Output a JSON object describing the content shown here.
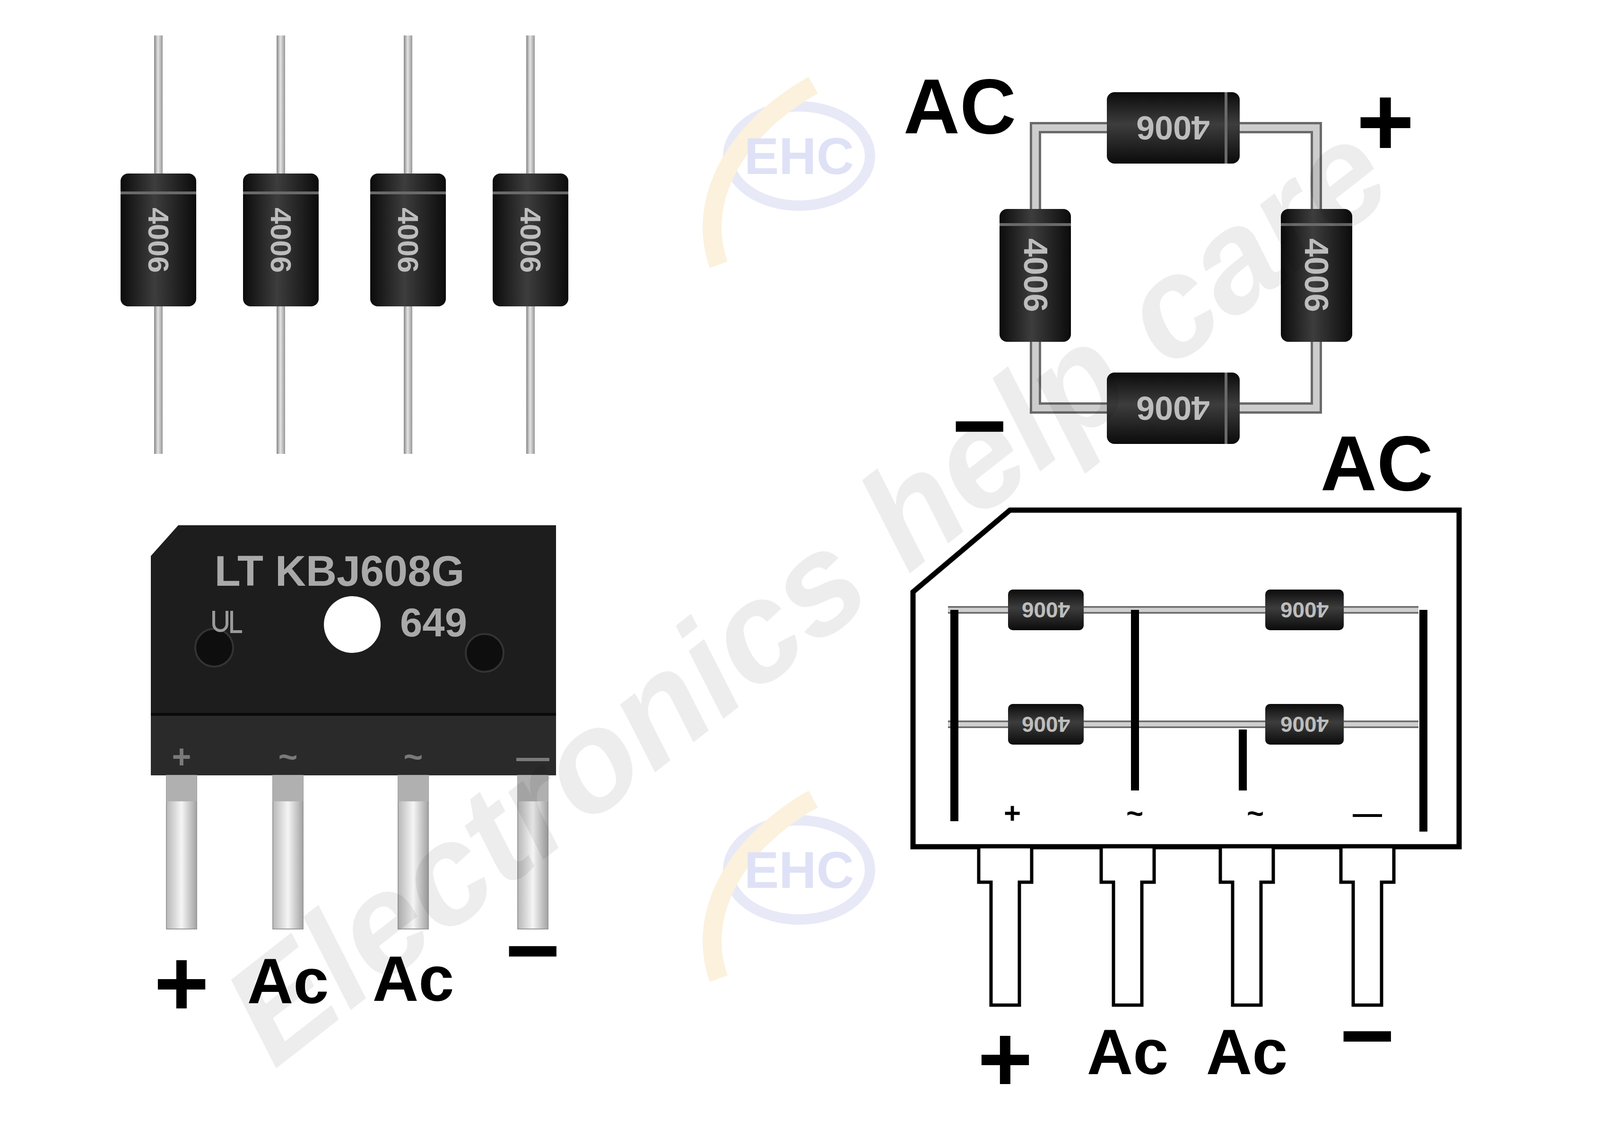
{
  "diagram": {
    "nodes": [
      {
        "text": [
          "LT KBJ608G",
          "649",
          "+",
          "~",
          "~",
          "—"
        ]
      },
      {
        "text": [
          "+",
          "~",
          "~",
          "—"
        ]
      }
    ],
    "labels": [
      "Electronics help care",
      "EHC",
      "EHC",
      "4006",
      "4006",
      "4006",
      "4006",
      "4006",
      "4006",
      "4006",
      "4006",
      "AC",
      "+",
      "−",
      "AC",
      "+",
      "Ac",
      "Ac",
      "−",
      "4006",
      "4006",
      "4006",
      "4006",
      "+",
      "Ac",
      "Ac",
      "−"
    ]
  }
}
